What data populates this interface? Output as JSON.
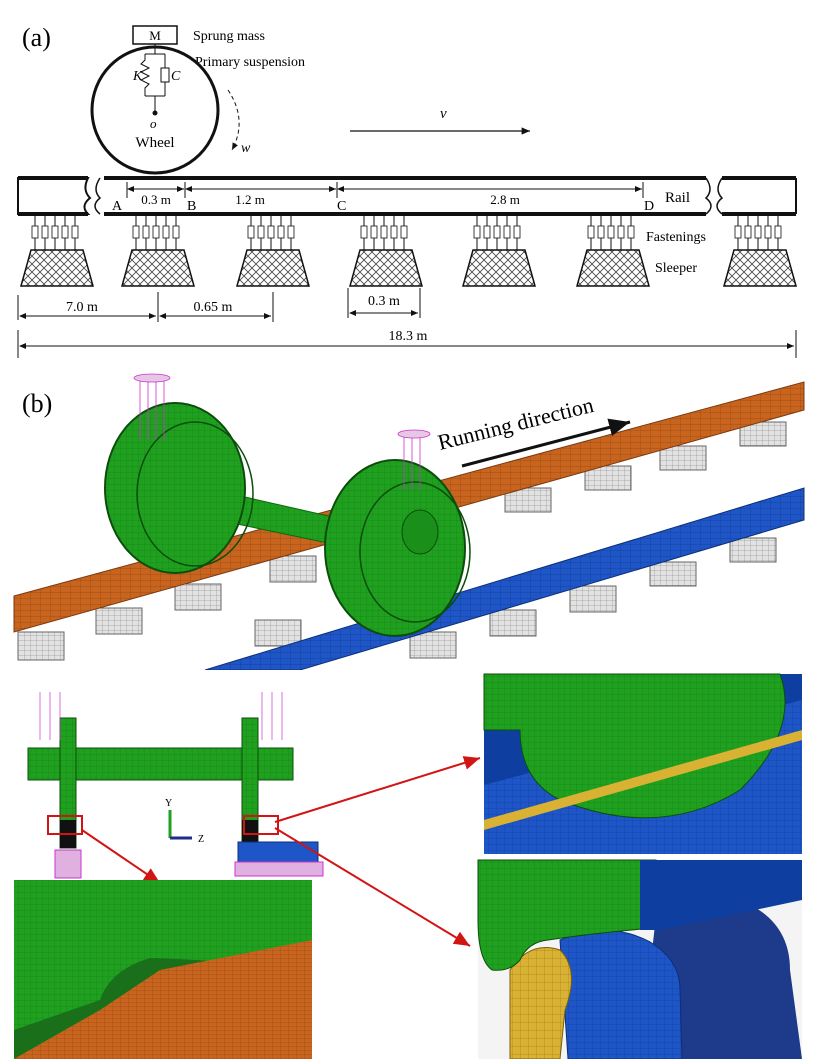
{
  "panel_a": {
    "label": "(a)",
    "sprung_mass_symbol": "M",
    "sprung_mass_label": "Sprung mass",
    "primary_suspension_label": "Primary suspension",
    "k_symbol": "K",
    "c_symbol": "C",
    "o_symbol": "o",
    "wheel_label": "Wheel",
    "omega_symbol": "w",
    "velocity_symbol": "v",
    "points": [
      "A",
      "B",
      "C",
      "D"
    ],
    "rail_label": "Rail",
    "fastenings_label": "Fastenings",
    "sleeper_label": "Sleeper",
    "dim_ab": "0.3 m",
    "dim_bc": "1.2 m",
    "dim_cd": "2.8 m",
    "dim_left": "7.0 m",
    "dim_spacing": "0.65 m",
    "dim_sleeper_width": "0.3 m",
    "dim_total": "18.3 m"
  },
  "panel_b": {
    "label": "(b)",
    "direction_label": "Running direction"
  },
  "detail_views": {
    "axis_y": "Y",
    "axis_z": "Z"
  },
  "colors": {
    "wheel_green": "#1fa11f",
    "rail_orange": "#c8641e",
    "rail_blue": "#1e56c8",
    "sleeper_gray": "#d6d6d6",
    "yellow_part": "#d9b234",
    "callout_red": "#d21414"
  }
}
